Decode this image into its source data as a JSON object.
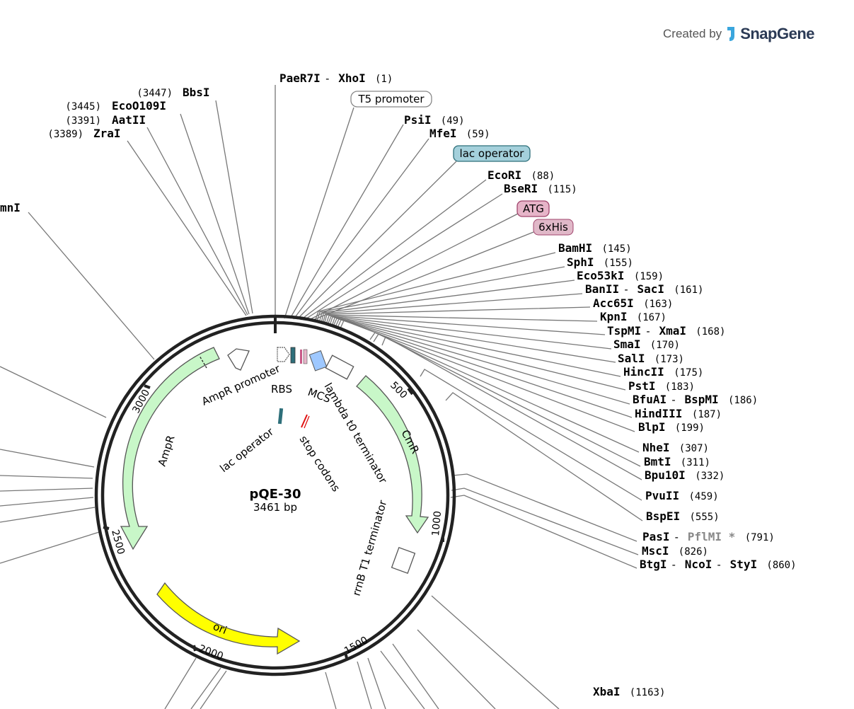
{
  "branding": {
    "created_by": "Created by",
    "product": "SnapGene"
  },
  "plasmid": {
    "name": "pQE-30",
    "length": "3461 bp"
  },
  "colors": {
    "ampr": "#c8f7c8",
    "cmr": "#c8f7c8",
    "ori": "#ffff00",
    "lac_operator": "#a4d0db",
    "atg": "#e6b4c8",
    "his": "#e0b8c8",
    "mcs_box": "#9ec8ff",
    "backbone": "#222222"
  },
  "ticks": [
    "500",
    "1000",
    "1500",
    "2000",
    "2500",
    "3000"
  ],
  "features": {
    "ampr": "AmpR",
    "ampr_promoter": "AmpR promoter",
    "rbs": "RBS",
    "mcs": "MCS",
    "lambda_term": "lambda t0 terminator",
    "cmr": "CmR",
    "rrnb_term": "rrnB T1 terminator",
    "ori": "ori",
    "lac_operator": "lac operator",
    "stop_codons": "stop codons"
  },
  "callouts": {
    "t5_promoter": "T5 promoter",
    "lac_operator": "lac operator",
    "atg": "ATG",
    "his": "6xHis"
  },
  "enzymes_left": [
    {
      "name": "BbsI",
      "pos": "(3447)"
    },
    {
      "name": "EcoO109I",
      "pos": "(3445)"
    },
    {
      "name": "AatII",
      "pos": "(3391)"
    },
    {
      "name": "ZraI",
      "pos": "(3389)"
    },
    {
      "name": "mnI",
      "pos": ""
    }
  ],
  "enzymes_right": [
    {
      "names": [
        "PaeR7I",
        "XhoI"
      ],
      "pos": "(1)"
    },
    {
      "names": [
        "PsiI"
      ],
      "pos": "(49)"
    },
    {
      "names": [
        "MfeI"
      ],
      "pos": "(59)"
    },
    {
      "names": [
        "EcoRI"
      ],
      "pos": "(88)"
    },
    {
      "names": [
        "BseRI"
      ],
      "pos": "(115)"
    },
    {
      "names": [
        "BamHI"
      ],
      "pos": "(145)"
    },
    {
      "names": [
        "SphI"
      ],
      "pos": "(155)"
    },
    {
      "names": [
        "Eco53kI"
      ],
      "pos": "(159)"
    },
    {
      "names": [
        "BanII",
        "SacI"
      ],
      "pos": "(161)"
    },
    {
      "names": [
        "Acc65I"
      ],
      "pos": "(163)"
    },
    {
      "names": [
        "KpnI"
      ],
      "pos": "(167)"
    },
    {
      "names": [
        "TspMI",
        "XmaI"
      ],
      "pos": "(168)"
    },
    {
      "names": [
        "SmaI"
      ],
      "pos": "(170)"
    },
    {
      "names": [
        "SalI"
      ],
      "pos": "(173)"
    },
    {
      "names": [
        "HincII"
      ],
      "pos": "(175)"
    },
    {
      "names": [
        "PstI"
      ],
      "pos": "(183)"
    },
    {
      "names": [
        "BfuAI",
        "BspMI"
      ],
      "pos": "(186)"
    },
    {
      "names": [
        "HindIII"
      ],
      "pos": "(187)"
    },
    {
      "names": [
        "BlpI"
      ],
      "pos": "(199)"
    },
    {
      "names": [
        "NheI"
      ],
      "pos": "(307)"
    },
    {
      "names": [
        "BmtI"
      ],
      "pos": "(311)"
    },
    {
      "names": [
        "Bpu10I"
      ],
      "pos": "(332)"
    },
    {
      "names": [
        "PvuII"
      ],
      "pos": "(459)"
    },
    {
      "names": [
        "BspEI"
      ],
      "pos": "(555)"
    },
    {
      "names": [
        "PasI",
        "PflMI *"
      ],
      "pos": "(791)"
    },
    {
      "names": [
        "MscI"
      ],
      "pos": "(826)"
    },
    {
      "names": [
        "BtgI",
        "NcoI",
        "StyI"
      ],
      "pos": "(860)"
    },
    {
      "names": [
        "XbaI"
      ],
      "pos": "(1163)"
    }
  ]
}
